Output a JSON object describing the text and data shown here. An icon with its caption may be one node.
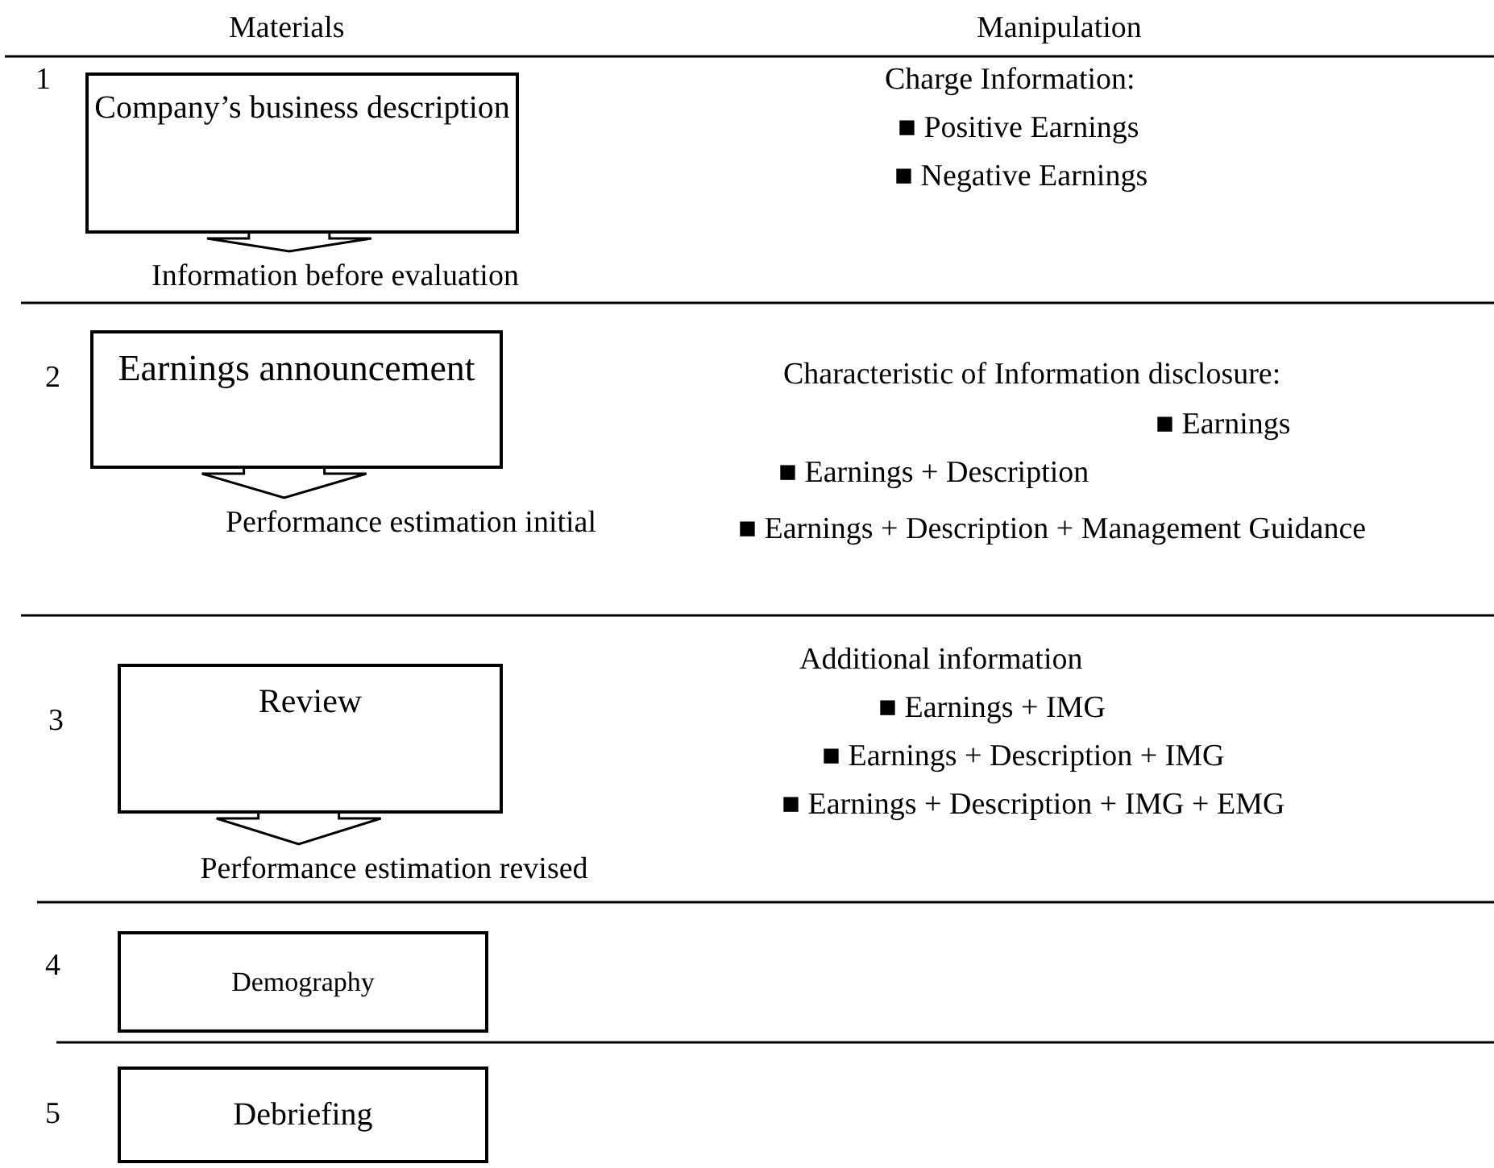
{
  "diagram": {
    "nodes": [
      {
        "text": [
          "Company’s business description"
        ]
      },
      {
        "text": [
          "Information before evaluation"
        ]
      },
      {
        "text": [
          "Earnings announcement"
        ]
      },
      {
        "text": [
          "Performance estimation initial"
        ]
      },
      {
        "text": [
          "Review"
        ]
      },
      {
        "text": [
          "Performance estimation revised"
        ]
      },
      {
        "text": [
          "Demography"
        ]
      },
      {
        "text": [
          "Debriefing"
        ]
      }
    ],
    "edges": [
      {
        "from": 0,
        "to": 1,
        "arrow": "to"
      },
      {
        "from": 2,
        "to": 3,
        "arrow": "to"
      },
      {
        "from": 4,
        "to": 5,
        "arrow": "to"
      }
    ],
    "labels": [
      "Materials",
      "Manipulation",
      "1",
      "Charge Information:",
      "■ Positive Earnings",
      "■ Negative Earnings",
      "2",
      "Characteristic of Information disclosure:",
      "■ Earnings",
      "■ Earnings + Description",
      "■ Earnings + Description + Management Guidance",
      "3",
      "Additional information",
      "■ Earnings + IMG",
      "■ Earnings + Description + IMG",
      "■ Earnings + Description + IMG + EMG",
      "4",
      "5"
    ]
  }
}
